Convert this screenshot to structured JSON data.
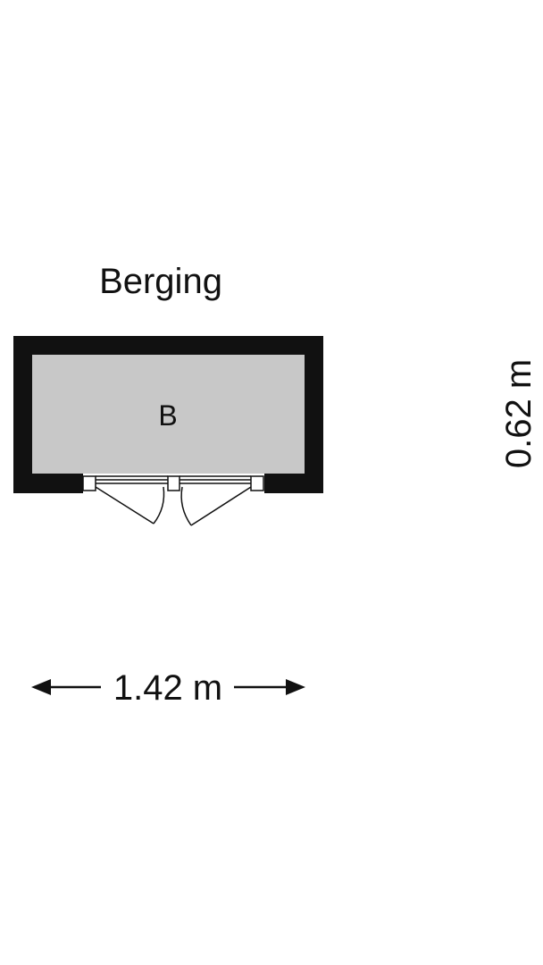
{
  "plan": {
    "title": "Berging",
    "room_code": "B",
    "width_label": "1.42 m",
    "depth_label": "0.62 m"
  },
  "colors": {
    "wall": "#111111",
    "room_fill": "#c8c8c8",
    "background": "#ffffff",
    "line": "#111111"
  },
  "icons": {
    "door": "double-door-swing-icon",
    "width_arrows": "double-headed-arrow-icon"
  }
}
